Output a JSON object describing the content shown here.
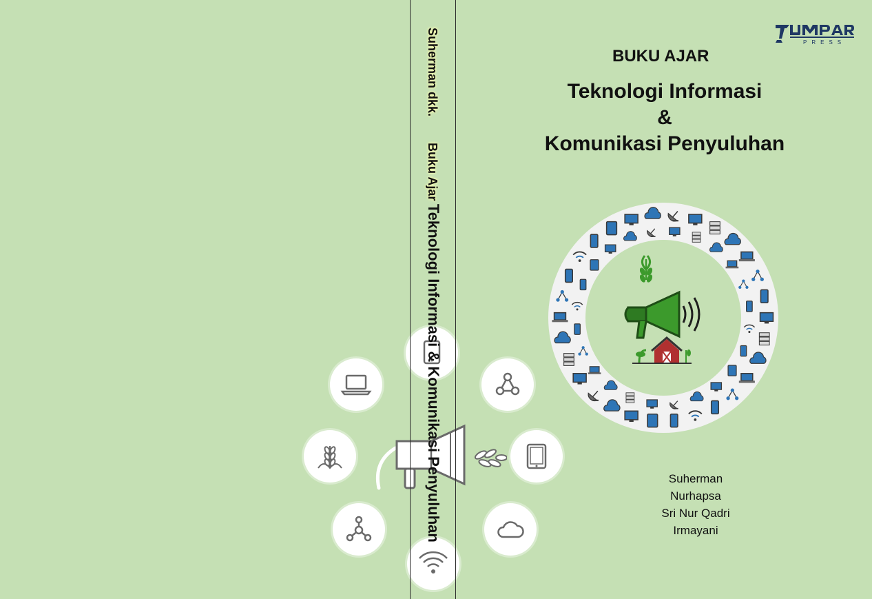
{
  "spine": {
    "author": "Suherman dkk.",
    "label": "Buku Ajar",
    "title": "Teknologi Informasi & Komunikasi Penyuluhan"
  },
  "front": {
    "publisher_logo": "tumpar-press-logo",
    "label": "BUKU AJAR",
    "title_line1": "Teknologi Informasi",
    "title_line2": "&",
    "title_line3": "Komunikasi Penyuluhan",
    "authors": [
      "Suherman",
      "Nurhapsa",
      "Sri Nur Qadri",
      "Irmayani"
    ]
  },
  "back": {
    "icons": [
      "tablet-icon",
      "laptop-icon",
      "network-icon",
      "wheat-icon",
      "tablet-icon",
      "network-icon",
      "cloud-icon",
      "wifi-icon",
      "megaphone-icon"
    ]
  },
  "colors": {
    "background": "#c5e0b4",
    "accent_green": "#3c9a2c",
    "icon_blue": "#2e75b6",
    "icon_outline": "#6a6a6a"
  }
}
